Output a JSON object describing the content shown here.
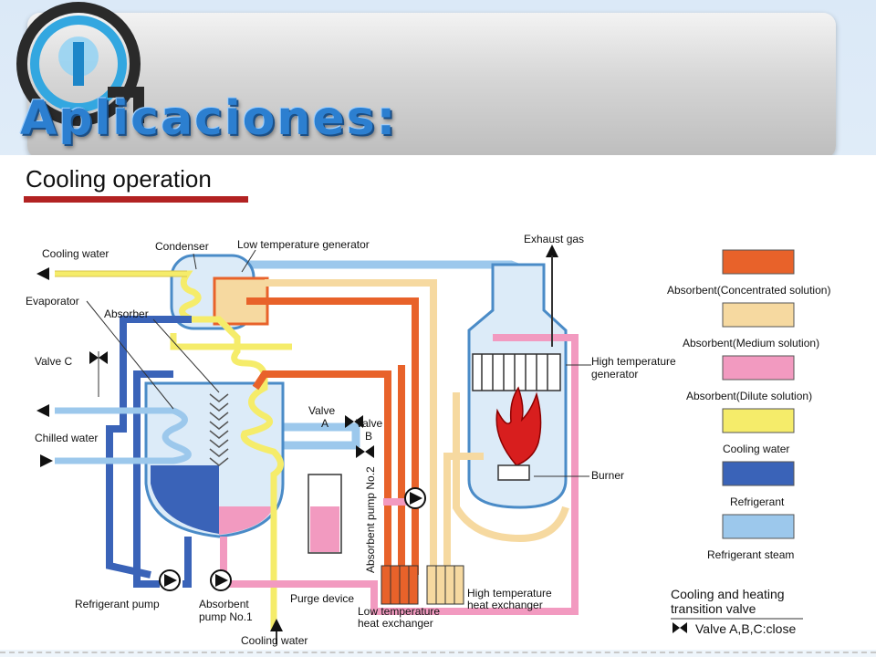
{
  "slide": {
    "title": "Aplicaciones:",
    "accent_color": "#2c7fd0"
  },
  "logo": {
    "icon": "institution-logo-icon"
  },
  "diagram": {
    "heading": "Cooling operation",
    "labels": {
      "cooling_water_top": "Cooling water",
      "condenser": "Condenser",
      "low_temp_generator": "Low temperature generator",
      "exhaust_gas": "Exhaust gas",
      "evaporator": "Evaporator",
      "absorber": "Absorber",
      "valve_c": "Valve C",
      "valve_a_1": "Valve",
      "valve_a_2": "A",
      "valve_b_1": "Valve",
      "valve_b_2": "B",
      "chilled_water": "Chilled water",
      "high_temp_generator_1": "High temperature",
      "high_temp_generator_2": "generator",
      "burner": "Burner",
      "absorbent_pump_2": "Absorbent pump No.2",
      "refrigerant_pump": "Refrigerant pump",
      "absorbent_pump_1_1": "Absorbent",
      "absorbent_pump_1_2": "pump No.1",
      "purge_device": "Purge device",
      "low_temp_hx_1": "Low temperature",
      "low_temp_hx_2": "heat exchanger",
      "high_temp_hx_1": "High temperature",
      "high_temp_hx_2": "heat exchanger",
      "cooling_water_bottom": "Cooling water"
    },
    "legend": [
      {
        "label": "Absorbent(Concentrated solution)",
        "color": "#e8622a"
      },
      {
        "label": "Absorbent(Medium solution)",
        "color": "#f6d9a0"
      },
      {
        "label": "Absorbent(Dilute solution)",
        "color": "#f29ac0"
      },
      {
        "label": "Cooling water",
        "color": "#f5ec6a"
      },
      {
        "label": "Refrigerant",
        "color": "#3a63b8"
      },
      {
        "label": "Refrigerant steam",
        "color": "#9cc8ec"
      }
    ],
    "transition_valve": {
      "title_1": "Cooling and heating",
      "title_2": "transition valve",
      "note": "Valve A,B,C:close",
      "icon": "valve-icon"
    },
    "colors": {
      "concentrated": "#e8622a",
      "medium": "#f6d9a0",
      "dilute": "#f29ac0",
      "cooling_water": "#f5ec6a",
      "refrigerant": "#3a63b8",
      "refrigerant_steam": "#9cc8ec",
      "heading_underline": "#b22222",
      "flame": "#d81e1e"
    }
  }
}
